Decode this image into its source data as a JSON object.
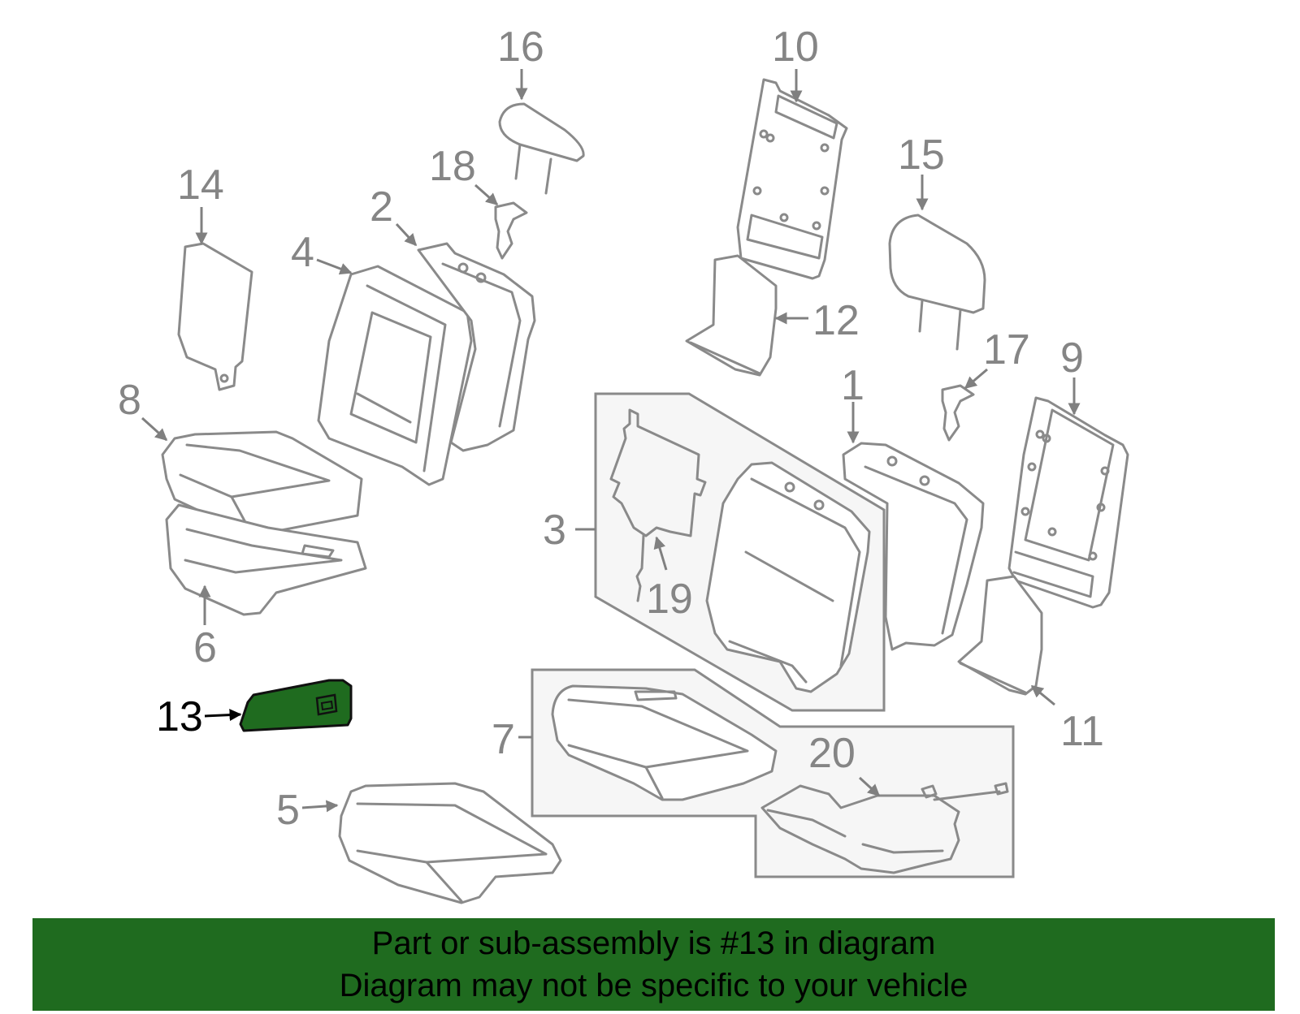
{
  "callouts": {
    "c1": "1",
    "c2": "2",
    "c3": "3",
    "c4": "4",
    "c5": "5",
    "c6": "6",
    "c7": "7",
    "c8": "8",
    "c9": "9",
    "c10": "10",
    "c11": "11",
    "c12": "12",
    "c13": "13",
    "c14": "14",
    "c15": "15",
    "c16": "16",
    "c17": "17",
    "c18": "18",
    "c19": "19",
    "c20": "20"
  },
  "highlighted_part": "13",
  "colors": {
    "highlight": "#1f6b1f",
    "line": "#8a8a8a",
    "banner": "#1f6b1f"
  },
  "banner": {
    "line1": "Part or sub-assembly is #13 in diagram",
    "line2": "Diagram may not be specific to your vehicle"
  }
}
